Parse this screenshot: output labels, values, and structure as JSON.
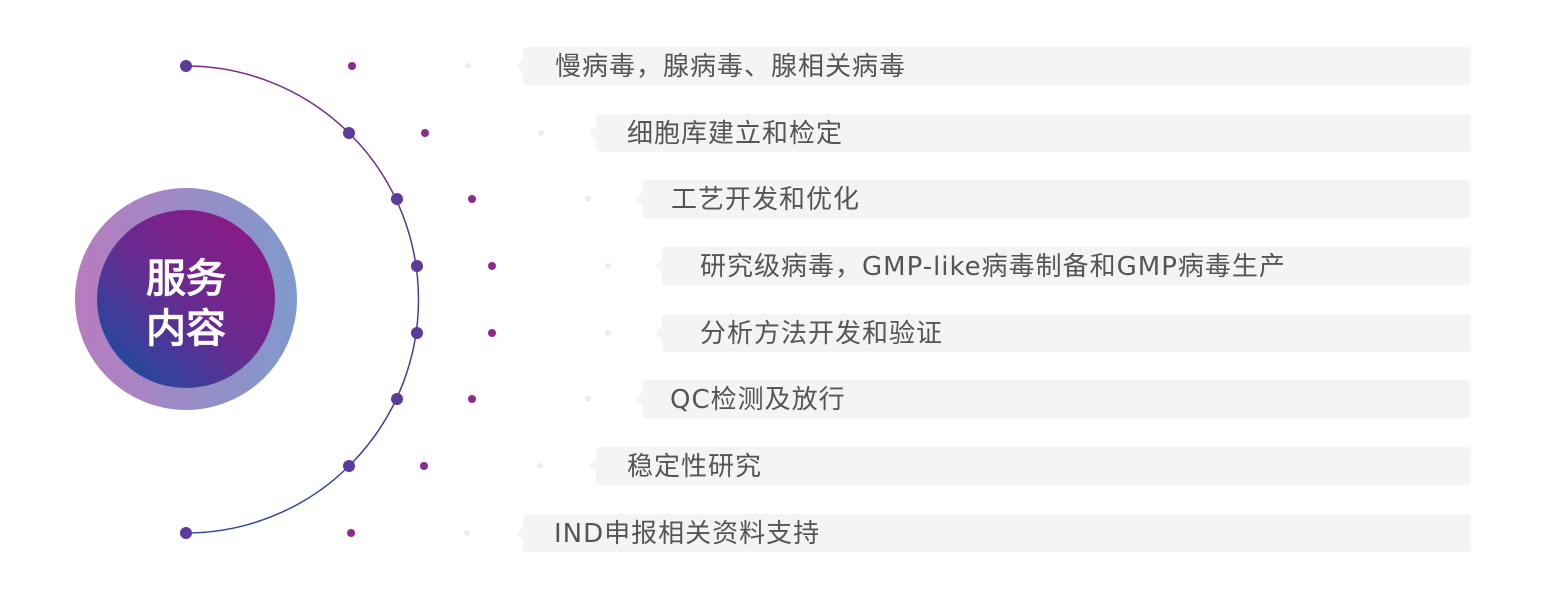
{
  "center": {
    "title_line1": "服务",
    "title_line2": "内容"
  },
  "services": [
    {
      "label": "慢病毒，腺病毒、腺相关病毒"
    },
    {
      "label": "细胞库建立和检定"
    },
    {
      "label": "工艺开发和优化"
    },
    {
      "label": "研究级病毒，GMP-like病毒制备和GMP病毒生产"
    },
    {
      "label": "分析方法开发和验证"
    },
    {
      "label": "QC检测及放行"
    },
    {
      "label": "稳定性研究"
    },
    {
      "label": "IND申报相关资料支持"
    }
  ],
  "colors": {
    "arc_top": "#7b2a8c",
    "arc_bottom": "#2a4a9c",
    "node": "#5a3a9a",
    "connector_dot": "#8e2a8e",
    "bar_fill": "#f4f4f4",
    "text": "#555555",
    "ring_left": "#b87cc0",
    "ring_right": "#7e9acc",
    "core_purple": "#7e1c86",
    "core_blue": "#1f4a9f"
  }
}
